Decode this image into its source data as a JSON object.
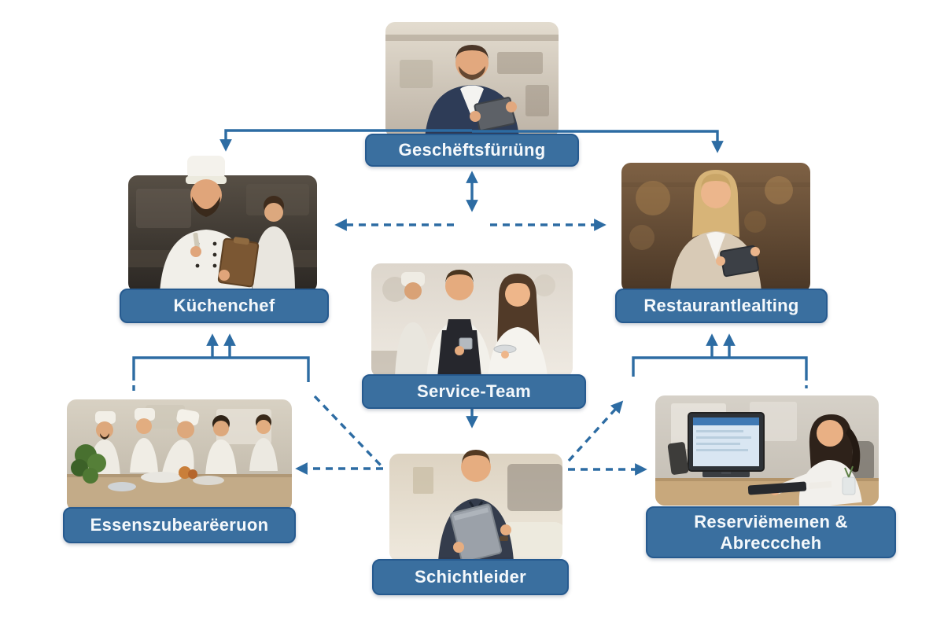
{
  "diagram": {
    "type": "restaurant-org-chart",
    "nodes": [
      {
        "id": "geschaeftsfuehrung",
        "label": "Geschëftsfürıüng",
        "photo_alt": "manager in navy suit holding tablet"
      },
      {
        "id": "kuechenchef",
        "label": "Küchenchef",
        "photo_alt": "head chef with clipboard in dark kitchen"
      },
      {
        "id": "restaurantleitung",
        "label": "Restaurantlealting",
        "photo_alt": "blonde woman in beige blazer holding tablet"
      },
      {
        "id": "service_team",
        "label": "Service-Team",
        "photo_alt": "waiter with black apron and waitress holding tableware"
      },
      {
        "id": "essenszubereitung",
        "label": "Essenszubearëeruon",
        "photo_alt": "group of cooks preparing food at a table"
      },
      {
        "id": "reservierungen",
        "label_line1": "Reserviëmeınen &",
        "label_line2": "Abrecccheh",
        "photo_alt": "woman with ponytail working at desktop computer"
      },
      {
        "id": "schichtleiter",
        "label": "Schichtleider",
        "photo_alt": "shift leader in dark shirt holding gray tablet"
      }
    ],
    "edges": [
      {
        "from": "geschaeftsfuehrung",
        "to": "kuechenchef",
        "style": "solid",
        "heads": "end"
      },
      {
        "from": "geschaeftsfuehrung",
        "to": "restaurantleitung",
        "style": "solid",
        "heads": "end"
      },
      {
        "from": "geschaeftsfuehrung",
        "to": "service_team",
        "style": "solid",
        "heads": "both"
      },
      {
        "from": "kuechenchef",
        "to": "restaurantleitung",
        "style": "dashed",
        "heads": "both"
      },
      {
        "from": "essenszubereitung",
        "to": "kuechenchef",
        "style": "solid-bracket",
        "heads": "double-up"
      },
      {
        "from": "reservierungen",
        "to": "restaurantleitung",
        "style": "solid-bracket",
        "heads": "double-up"
      },
      {
        "from": "service_team",
        "to": "schichtleiter",
        "style": "solid",
        "heads": "end"
      },
      {
        "from": "service_team",
        "to": "essenszubereitung",
        "style": "dashed-diagonal",
        "heads": "none"
      },
      {
        "from": "schichtleiter",
        "to": "essenszubereitung",
        "style": "dashed",
        "heads": "end"
      },
      {
        "from": "schichtleiter",
        "to": "restaurantleitung",
        "style": "dashed-diagonal",
        "heads": "end"
      },
      {
        "from": "schichtleiter",
        "to": "reservierungen",
        "style": "dashed",
        "heads": "end"
      }
    ]
  },
  "colors": {
    "label_bg": "#3a6f9f",
    "label_border": "#265a8f",
    "label_text": "#f4f8fb",
    "arrow": "#2d6ca3",
    "background": "#ffffff"
  }
}
